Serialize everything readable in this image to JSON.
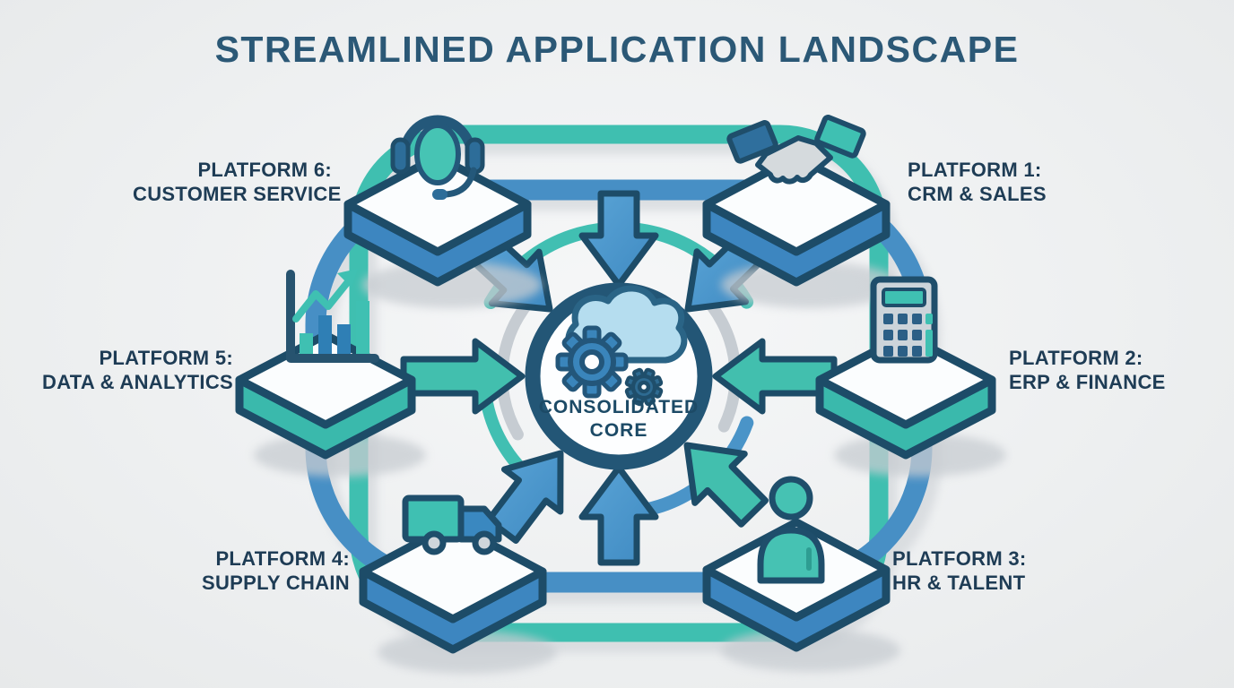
{
  "title": "STREAMLINED APPLICATION LANDSCAPE",
  "core": {
    "label_line1": "CONSOLIDATED",
    "label_line2": "CORE",
    "icons": [
      "cloud-icon",
      "gear-icon",
      "small-gear-icon"
    ]
  },
  "platforms": [
    {
      "id": "platform-1",
      "line1": "PLATFORM 1:",
      "line2": "CRM & SALES",
      "icon": "handshake-icon",
      "position": "top-right",
      "arrow_color": "#4796cd"
    },
    {
      "id": "platform-2",
      "line1": "PLATFORM 2:",
      "line2": "ERP & FINANCE",
      "icon": "calculator-icon",
      "position": "right",
      "arrow_color": "#42bfae"
    },
    {
      "id": "platform-3",
      "line1": "PLATFORM 3:",
      "line2": "HR & TALENT",
      "icon": "person-icon",
      "position": "bottom-right",
      "arrow_color": "#42bfae"
    },
    {
      "id": "platform-4",
      "line1": "PLATFORM 4:",
      "line2": "SUPPLY CHAIN",
      "icon": "truck-icon",
      "position": "bottom-left",
      "arrow_color": "#4796cd"
    },
    {
      "id": "platform-5",
      "line1": "PLATFORM 5:",
      "line2": "DATA & ANALYTICS",
      "icon": "bar-chart-icon",
      "position": "left",
      "arrow_color": "#42bfae"
    },
    {
      "id": "platform-6",
      "line1": "PLATFORM 6:",
      "line2": "CUSTOMER SERVICE",
      "icon": "headset-icon",
      "position": "top-left",
      "arrow_color": "#4796cd"
    }
  ],
  "colors": {
    "background": "#eef0f1",
    "title_text": "#2b5876",
    "label_text": "#1e3c55",
    "outline_navy": "#1d4c68",
    "arrow_blue": "#4796cd",
    "arrow_teal": "#42bfae",
    "ring_teal": "#3fbfb0",
    "ring_blue": "#478fc5",
    "ring_gray": "#c6ccd2",
    "platform_top": "#fbfdfe",
    "platform_side_blue": "#3d86c0",
    "platform_side_teal": "#3ab9ac",
    "core_ring": "#235676",
    "cloud_fill": "#b5ddef",
    "gear_blue": "#3a85bb",
    "gear_dark": "#2e6b92"
  }
}
